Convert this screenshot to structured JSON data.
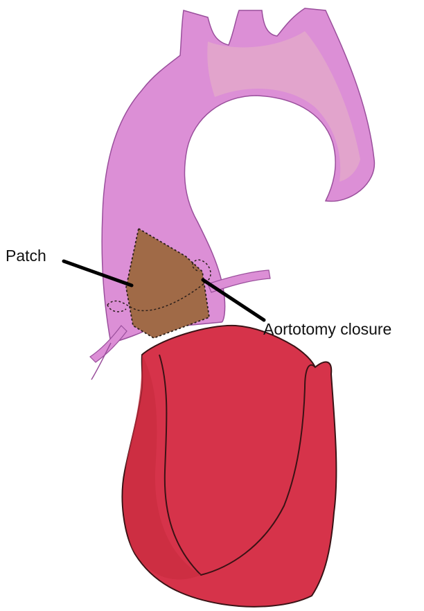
{
  "labels": {
    "patch": "Patch",
    "aortotomy_closure": "Aortotomy closure"
  },
  "colors": {
    "aorta_fill": "#dc8fd6",
    "aorta_inner": "#e8b6c4",
    "aorta_outline": "#9a4f9c",
    "patch_fill": "#a06a47",
    "patch_outline": "#2a1e1a",
    "heart_fill": "#d6334a",
    "heart_rim": "#c92c3f",
    "heart_outline": "#3a1215",
    "leader_line": "#000000"
  },
  "icons": [
    "aorta-illustration",
    "patch-region",
    "heart-illustration",
    "suture-line"
  ]
}
